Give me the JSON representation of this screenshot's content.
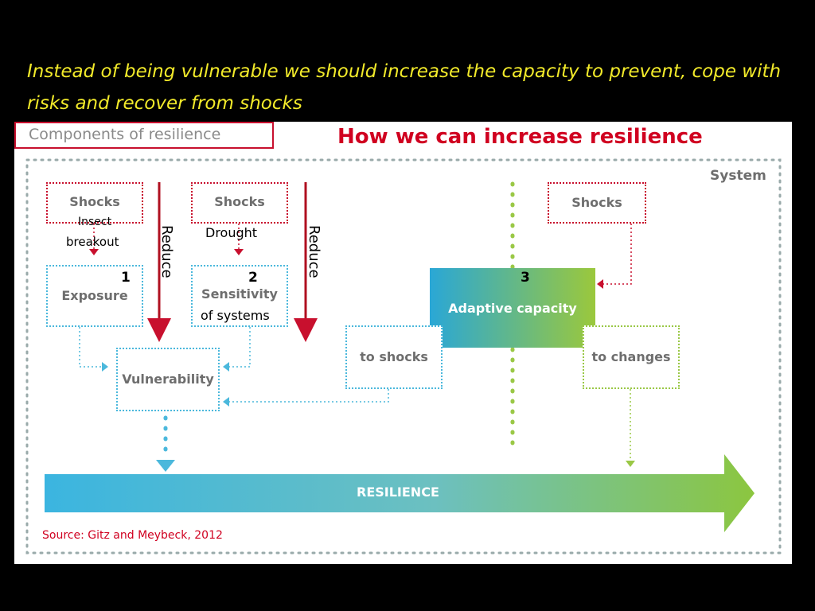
{
  "headline": "Instead of being vulnerable we should  increase the capacity to prevent, cope with risks and recover from shocks",
  "panel": {
    "components_title": "Components of resilience",
    "how_title": "How we can increase resilience",
    "system_label": "System",
    "source": "Source: Gitz and Meybeck, 2012"
  },
  "boxes": {
    "shocks_1": "Shocks",
    "shocks_2": "Shocks",
    "shocks_3": "Shocks",
    "exposure": "Exposure",
    "sensitivity": "Sensitivity",
    "vulnerability": "Vulnerability",
    "adaptive": "Adaptive capacity",
    "to_shocks": "to shocks",
    "to_changes": "to changes",
    "resilience": "RESILIENCE"
  },
  "annotations": {
    "insect_1": "Insect",
    "insect_2": "breakout",
    "drought": "Drought",
    "of_systems": "of systems",
    "reduce_1": "Reduce",
    "reduce_2": "Reduce",
    "num_1": "1",
    "num_2": "2",
    "num_3": "3"
  },
  "colors": {
    "headline": "#f2ea2a",
    "accent_red": "#d00020",
    "dotted_red": "#c8102e",
    "dotted_blue": "#4bb8dc",
    "dotted_green": "#9ac846"
  }
}
